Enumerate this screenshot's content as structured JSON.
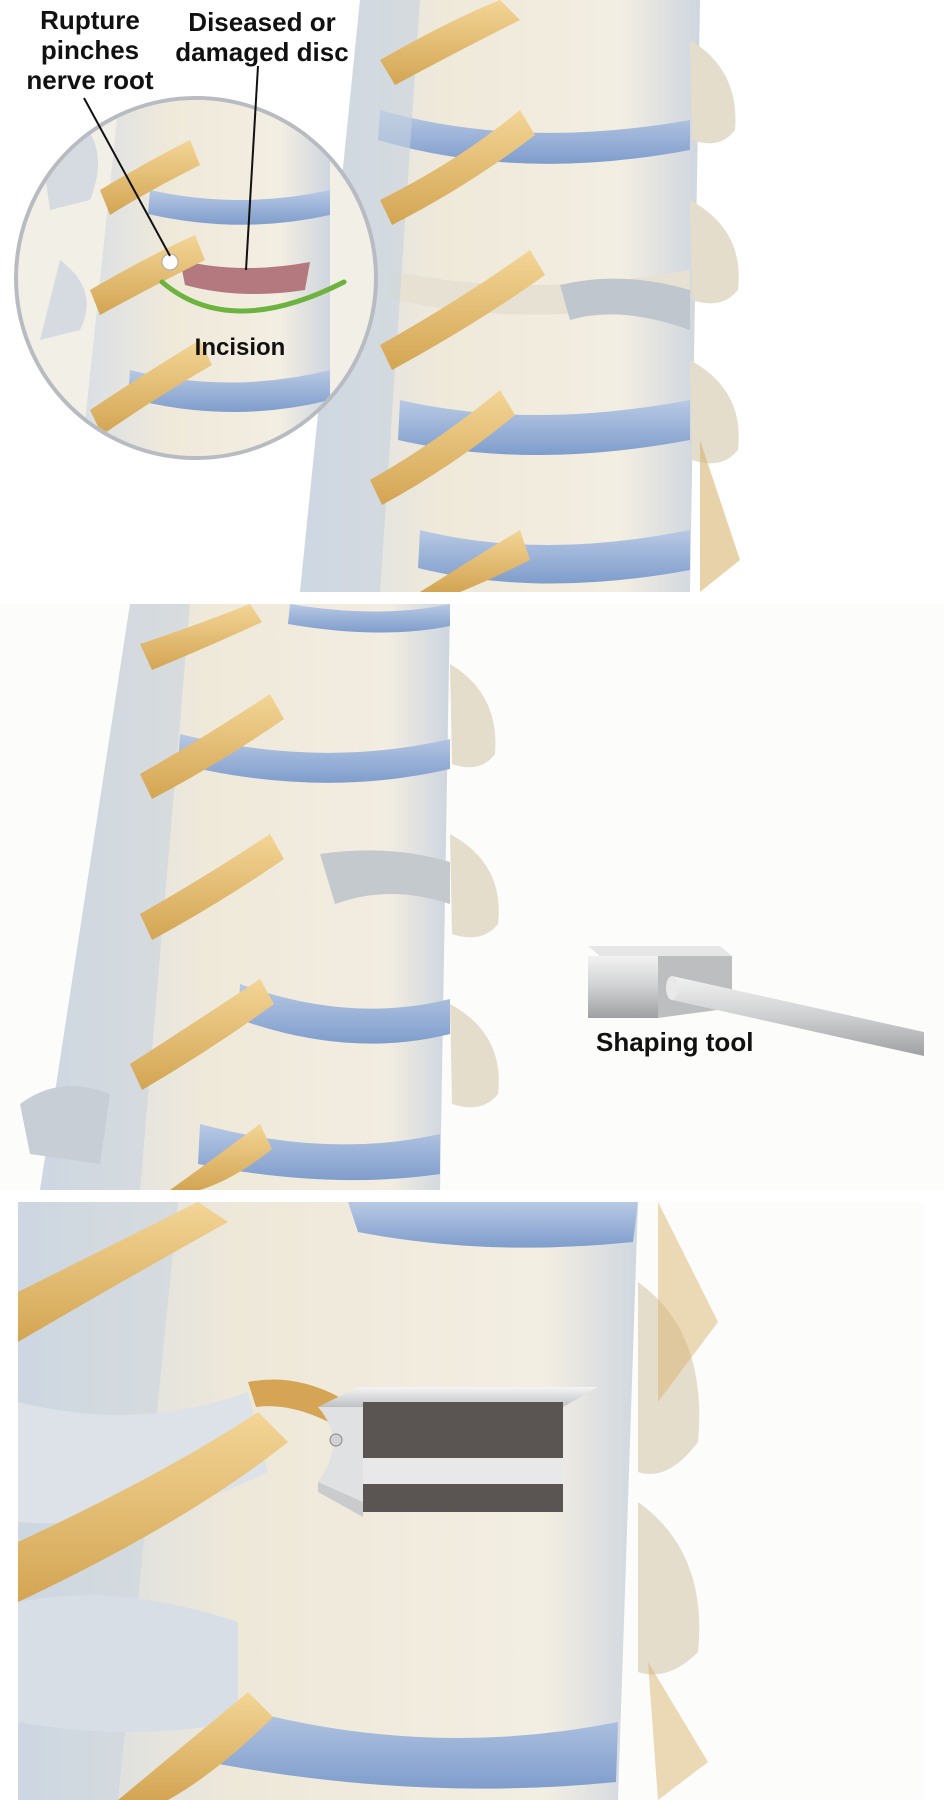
{
  "panels": {
    "top": {
      "labels": {
        "rupture": "Rupture pinches nerve root",
        "disc": "Diseased or damaged disc",
        "incision": "Incision"
      },
      "colors": {
        "incision_arc": "#6db33f",
        "damaged_disc": "#b3797f"
      }
    },
    "middle": {
      "labels": {
        "tool": "Shaping tool"
      }
    },
    "bottom": {
      "implant_color": "#5a5552"
    }
  },
  "colors": {
    "bone": "#ece6d6",
    "bone_shadow": "#c8d3df",
    "disc": "#9fb6d9",
    "nerve": "#e8c27a",
    "nerve_shadow": "#c9a04e",
    "tool": "#cfd0d1"
  }
}
